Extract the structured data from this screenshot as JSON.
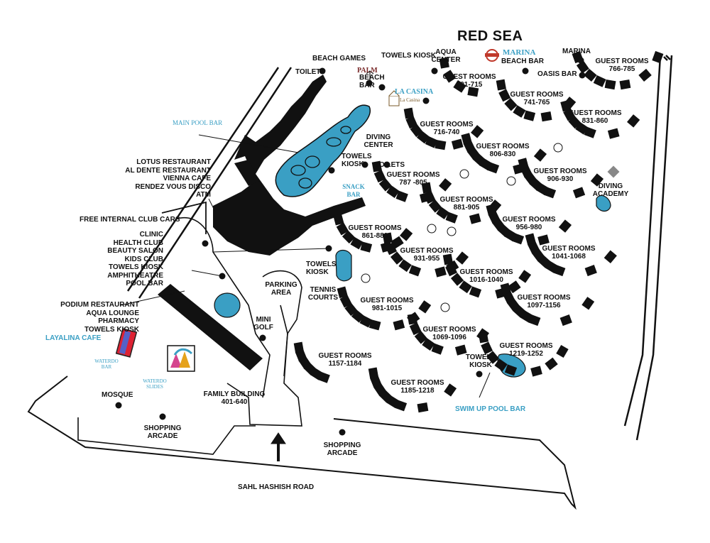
{
  "title": "RED SEA",
  "road": "SAHL HASHISH ROAD",
  "colors": {
    "water": "#3a9fc4",
    "ink": "#111111",
    "bg": "#ffffff",
    "logo_red": "#c0392b",
    "logo_brown": "#7a2a2a"
  },
  "icons": [
    "hotel-logo-palm",
    "hotel-logo-marina",
    "hotel-logo-la-casina",
    "waterdo-slides-logo",
    "waterdo-bar-sign",
    "diving-academy-icon",
    "entrance-arrow-icon"
  ],
  "labels": {
    "beach_games": "BEACH GAMES",
    "towels_kiosk": "TOWELS KIOSK",
    "aqua_center": [
      "AQUA",
      "CENTER"
    ],
    "marina_logo": "MARINA",
    "marina_beach_bar": "BEACH BAR",
    "marina": "MARINA",
    "oasis_bar": "OASIS BAR",
    "toilets": "TOILETS",
    "palm_logo": "PALM",
    "palm_beach_bar": [
      "BEACH",
      "BAR"
    ],
    "la_casina": "LA CASINA",
    "la_casina_sub": "La Casina",
    "main_pool_bar": "MAIN POOL BAR",
    "diving_center": [
      "DIVING",
      "CENTER"
    ],
    "towels_kiosk_2": [
      "TOWELS",
      "KIOSK"
    ],
    "toilets_2": "TOILETS",
    "snack_bar": [
      "SNACK",
      "BAR"
    ],
    "restaurants": [
      "LOTUS RESTAURANT",
      "AL DENTE RESTAURANT",
      "VIENNA CAFE",
      "RENDEZ VOUS DISCO",
      "ATM"
    ],
    "club_cars": "FREE INTERNAL CLUB CARS",
    "services": [
      "CLINIC",
      "HEALTH CLUB",
      "BEAUTY SALON",
      "KIDS CLUB",
      "TOWELS KIOSK",
      "AMPHITHEATRE",
      "POOL BAR"
    ],
    "podium": [
      "PODIUM RESTAURANT",
      "AQUA LOUNGE",
      "PHARMACY",
      "TOWELS KIOSK"
    ],
    "layalina": "LAYALINA CAFE",
    "waterdo_bar": [
      "WATERDO",
      "BAR"
    ],
    "waterdo_slides": [
      "WATERDO",
      "SLIDES"
    ],
    "towels_kiosk_3": [
      "TOWELS",
      "KIOSK"
    ],
    "parking": [
      "PARKING",
      "AREA"
    ],
    "tennis": [
      "TENNIS",
      "COURTS"
    ],
    "mini_golf": [
      "MINI",
      "GOLF"
    ],
    "family_building": [
      "FAMILY BUILDING",
      "401-640"
    ],
    "mosque": "MOSQUE",
    "shopping_1": [
      "SHOPPING",
      "ARCADE"
    ],
    "shopping_2": [
      "SHOPPING",
      "ARCADE"
    ],
    "diving_academy": [
      "DIVING",
      "ACADEMY"
    ],
    "towels_kiosk_4": [
      "TOWELS",
      "KIOSK"
    ],
    "swim_up": "SWIM UP POOL BAR"
  },
  "guest_rooms": [
    {
      "name": "GUEST ROOMS",
      "range": "766-785"
    },
    {
      "name": "GUEST ROOMS",
      "range": "701-715"
    },
    {
      "name": "GUEST ROOMS",
      "range": "741-765"
    },
    {
      "name": "GUEST ROOMS",
      "range": "831-860"
    },
    {
      "name": "GUEST ROOMS",
      "range": "716-740"
    },
    {
      "name": "GUEST ROOMS",
      "range": "806-830"
    },
    {
      "name": "GUEST ROOMS",
      "range": "787 -805"
    },
    {
      "name": "GUEST ROOMS",
      "range": "906-930"
    },
    {
      "name": "GUEST ROOMS",
      "range": "881-905"
    },
    {
      "name": "GUEST ROOMS",
      "range": "861-880"
    },
    {
      "name": "GUEST ROOMS",
      "range": "956-980"
    },
    {
      "name": "GUEST ROOMS",
      "range": "931-955"
    },
    {
      "name": "GUEST ROOMS",
      "range": "1041-1068"
    },
    {
      "name": "GUEST ROOMS",
      "range": "1016-1040"
    },
    {
      "name": "GUEST ROOMS",
      "range": "981-1015"
    },
    {
      "name": "GUEST ROOMS",
      "range": "1097-1156"
    },
    {
      "name": "GUEST ROOMS",
      "range": "1069-1096"
    },
    {
      "name": "GUEST ROOMS",
      "range": "1219-1252"
    },
    {
      "name": "GUEST ROOMS",
      "range": "1157-1184"
    },
    {
      "name": "GUEST ROOMS",
      "range": "1185-1218"
    }
  ]
}
